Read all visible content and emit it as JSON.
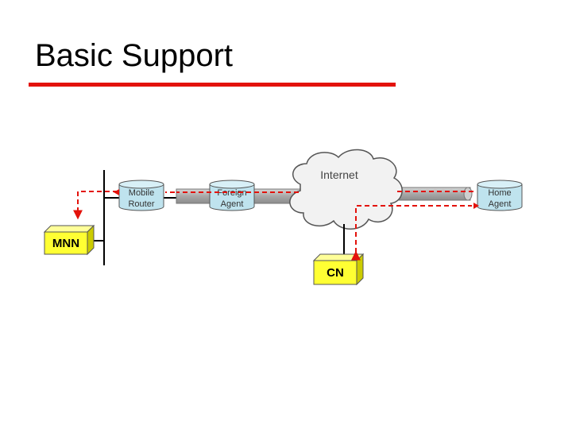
{
  "slide": {
    "title": "Basic Support",
    "accent_color": "#e3120b"
  },
  "diagram": {
    "colors": {
      "cylinder_fill": "#bfe3ee",
      "tunnel_fill": "#a9a9a9",
      "box_fill": "#ffff33",
      "path_color": "#e3120b",
      "line_color": "#000000"
    },
    "nodes": {
      "mobile_router": {
        "line1": "Mobile",
        "line2": "Router"
      },
      "foreign_agent": {
        "line1": "Foreign",
        "line2": "Agent"
      },
      "home_agent": {
        "line1": "Home",
        "line2": "Agent"
      },
      "internet": {
        "label": "Internet"
      },
      "mnn": {
        "label": "MNN"
      },
      "cn": {
        "label": "CN"
      }
    }
  }
}
